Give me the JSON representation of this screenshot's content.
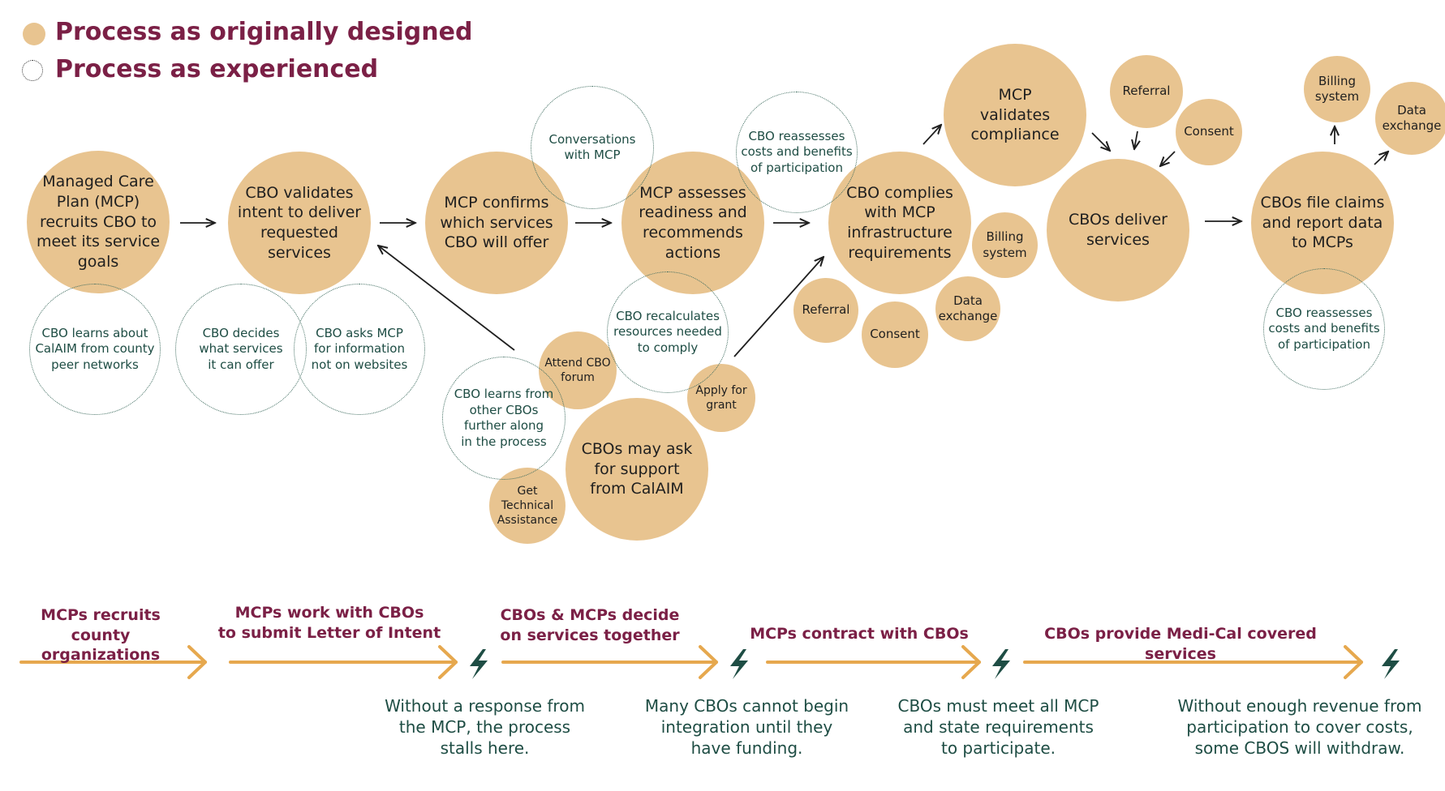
{
  "colors": {
    "tan": "#e8c490",
    "maroon": "#7b2046",
    "teal": "#1e4d44",
    "arrow_gold": "#e6a84e",
    "dark": "#1f1f1f"
  },
  "legend": {
    "designed": "Process as originally designed",
    "experienced": "Process as experienced"
  },
  "nodes": {
    "mcp_recruits": "Managed Care\nPlan (MCP)\nrecruits CBO to\nmeet its service\ngoals",
    "cbo_validates": "CBO validates\nintent to deliver\nrequested\nservices",
    "mcp_confirms": "MCP confirms\nwhich services\nCBO will offer",
    "mcp_assesses": "MCP assesses\nreadiness and\nrecommends\nactions",
    "cbo_complies": "CBO complies\nwith MCP\ninfrastructure\nrequirements",
    "mcp_validates": "MCP\nvalidates\ncompliance",
    "cbos_deliver": "CBOs deliver\nservices",
    "cbos_file": "CBOs file claims\nand report data\nto MCPs",
    "cbos_support": "CBOs may ask\nfor support\nfrom CalAIM",
    "attend_forum": "Attend CBO\nforum",
    "apply_grant": "Apply for\ngrant",
    "get_ta": "Get\nTechnical\nAssistance",
    "referral_a": "Referral",
    "consent_a": "Consent",
    "data_exchange_a": "Data\nexchange",
    "billing_a": "Billing\nsystem",
    "referral_b": "Referral",
    "consent_b": "Consent",
    "billing_b": "Billing\nsystem",
    "data_exchange_b": "Data\nexchange",
    "cbo_learns_calaim": "CBO learns about\nCalAIM from county\npeer networks",
    "cbo_decides": "CBO decides\nwhat services\nit can offer",
    "cbo_asks": "CBO asks MCP\nfor information\nnot on websites",
    "conversations": "Conversations\nwith MCP",
    "cbo_reassesses_1": "CBO reassesses\ncosts and benefits\nof participation",
    "cbo_recalculates": "CBO recalculates\nresources needed\nto comply",
    "cbo_learns_others": "CBO learns from\nother CBOs\nfurther along\nin the process",
    "cbo_reassesses_2": "CBO reassesses\ncosts and benefits\nof participation"
  },
  "stages": {
    "s1": "MCPs recruits county\norganizations",
    "s2": "MCPs work with CBOs\nto submit Letter of Intent",
    "s3": "CBOs & MCPs decide\non services together",
    "s4": "MCPs contract with CBOs",
    "s5": "CBOs provide Medi-Cal covered services"
  },
  "barriers": {
    "b1": "Without a response from\nthe MCP, the process\nstalls here.",
    "b2": "Many CBOs cannot begin\nintegration until they\nhave funding.",
    "b3": "CBOs must meet all MCP\nand state requirements\nto participate.",
    "b4": "Without enough revenue from\nparticipation to cover costs,\nsome CBOS will withdraw."
  },
  "icons": {
    "flow_arrow": "arrow-icon",
    "barrier": "lightning-icon"
  }
}
